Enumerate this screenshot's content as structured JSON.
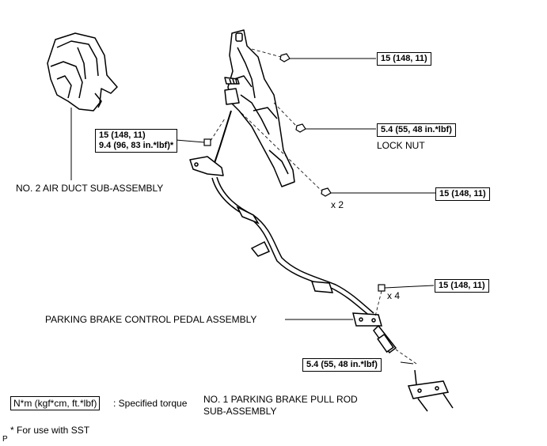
{
  "torque_boxes": {
    "t1": "15 (148, 11)",
    "t2": "5.4 (55, 48 in.*lbf)",
    "t3": "15 (148, 11)",
    "t4_line1": "15 (148, 11)",
    "t4_line2": "9.4 (96, 83 in.*lbf)*",
    "t5": "15 (148, 11)",
    "t6": "5.4 (55, 48 in.*lbf)"
  },
  "labels": {
    "lock_nut": "LOCK NUT",
    "air_duct": "NO. 2 AIR DUCT SUB-ASSEMBLY",
    "x2": "x 2",
    "x4": "x 4",
    "pedal_assy": "PARKING BRAKE CONTROL PEDAL ASSEMBLY",
    "pull_rod_line1": "NO. 1 PARKING BRAKE PULL ROD",
    "pull_rod_line2": "SUB-ASSEMBLY"
  },
  "legend": {
    "unit": "N*m (kgf*cm, ft.*lbf)",
    "meaning": ": Specified torque",
    "sst_note": "* For use with SST",
    "corner_mark": "P"
  }
}
